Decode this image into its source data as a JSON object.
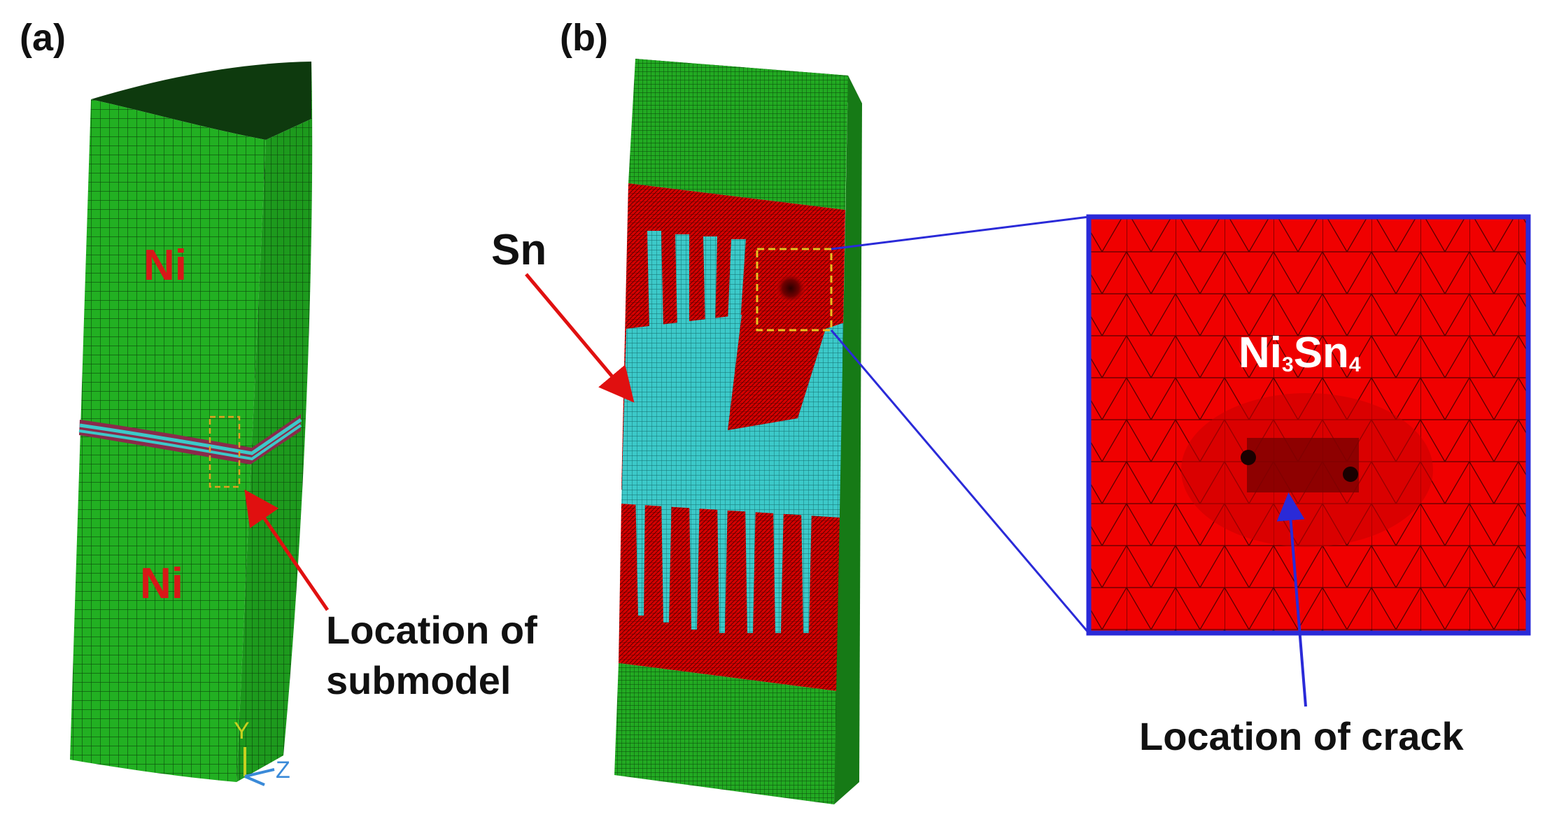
{
  "panels": {
    "a": {
      "label": "(a)",
      "material_top": "Ni",
      "material_bottom": "Ni",
      "annotation_line1": "Location of",
      "annotation_line2": "submodel",
      "axis_y": "Y",
      "axis_z": "Z"
    },
    "b": {
      "label": "(b)",
      "sn_label": "Sn",
      "inset_label_base": "Ni",
      "inset_label_sub1": "3",
      "inset_label_mid": "Sn",
      "inset_label_sub2": "4",
      "crack_annotation": "Location of crack"
    }
  },
  "colors": {
    "ni_mesh": "#1ea51e",
    "ni3sn4": "#e00000",
    "sn": "#36c6c6",
    "inset_border": "#2a2ad8",
    "callout_red": "#e01010",
    "callout_blue": "#2a2ad8",
    "submodel_box": "#e8c020"
  }
}
